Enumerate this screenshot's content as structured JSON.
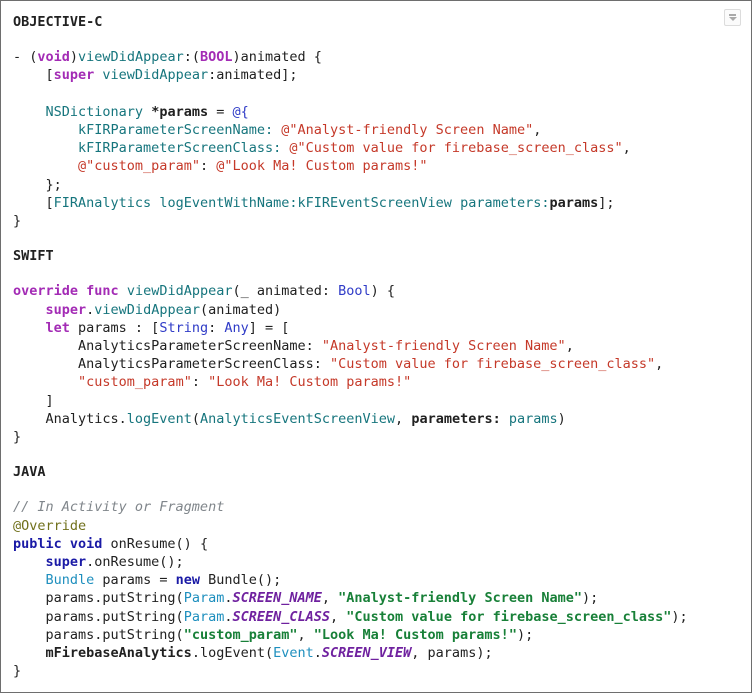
{
  "colors": {
    "background": "#FFFFFF",
    "border": "#6E6E6E",
    "text": "#212121",
    "keyword": "#A32BB5",
    "identifier_teal": "#16757D",
    "string_red": "#C53929",
    "type_blue": "#2F3BC7",
    "java_keyword": "#1A1AA6",
    "java_type": "#1E8FBE",
    "java_constant": "#6F219F",
    "java_string": "#188038",
    "comment": "#80868B",
    "annotation": "#71711C"
  },
  "panel": {
    "collapse_button_icon": "collapse-triangle-icon"
  },
  "sections": [
    {
      "label": "OBJECTIVE-C",
      "lines": [
        [
          [
            "- (",
            "plain"
          ],
          [
            "void",
            "keyword"
          ],
          [
            ")",
            "plain"
          ],
          [
            "viewDidAppear",
            "name"
          ],
          [
            ":(",
            "plain"
          ],
          [
            "BOOL",
            "keyword"
          ],
          [
            ")animated {",
            "plain"
          ]
        ],
        [
          [
            "    [",
            "plain"
          ],
          [
            "super",
            "keyword"
          ],
          [
            " ",
            "plain"
          ],
          [
            "viewDidAppear",
            "name"
          ],
          [
            ":animated];",
            "plain"
          ]
        ],
        [],
        [
          [
            "    ",
            "plain"
          ],
          [
            "NSDictionary",
            "name"
          ],
          [
            " ",
            "plain"
          ],
          [
            "*params",
            "bold"
          ],
          [
            " = ",
            "plain"
          ],
          [
            "@{",
            "type"
          ]
        ],
        [
          [
            "        ",
            "plain"
          ],
          [
            "kFIRParameterScreenName:",
            "name"
          ],
          [
            " ",
            "plain"
          ],
          [
            "@\"Analyst-friendly Screen Name\"",
            "string"
          ],
          [
            ",",
            "plain"
          ]
        ],
        [
          [
            "        ",
            "plain"
          ],
          [
            "kFIRParameterScreenClass:",
            "name"
          ],
          [
            " ",
            "plain"
          ],
          [
            "@\"Custom value for firebase_screen_class\"",
            "string"
          ],
          [
            ",",
            "plain"
          ]
        ],
        [
          [
            "        ",
            "plain"
          ],
          [
            "@\"custom_param\"",
            "string"
          ],
          [
            ": ",
            "plain"
          ],
          [
            "@\"Look Ma! Custom params!\"",
            "string"
          ]
        ],
        [
          [
            "    };",
            "plain"
          ]
        ],
        [
          [
            "    [",
            "plain"
          ],
          [
            "FIRAnalytics",
            "name"
          ],
          [
            " ",
            "plain"
          ],
          [
            "logEventWithName:",
            "name"
          ],
          [
            "kFIREventScreenView",
            "name"
          ],
          [
            " ",
            "plain"
          ],
          [
            "parameters:",
            "name"
          ],
          [
            "params",
            "bold"
          ],
          [
            "];",
            "plain"
          ]
        ],
        [
          [
            "}",
            "plain"
          ]
        ]
      ]
    },
    {
      "label": "SWIFT",
      "lines": [
        [
          [
            "override func",
            "keyword"
          ],
          [
            " ",
            "plain"
          ],
          [
            "viewDidAppear",
            "name"
          ],
          [
            "(_ animated: ",
            "plain"
          ],
          [
            "Bool",
            "type"
          ],
          [
            ") {",
            "plain"
          ]
        ],
        [
          [
            "    ",
            "plain"
          ],
          [
            "super",
            "keyword"
          ],
          [
            ".",
            "plain"
          ],
          [
            "viewDidAppear",
            "name"
          ],
          [
            "(animated)",
            "plain"
          ]
        ],
        [
          [
            "    ",
            "plain"
          ],
          [
            "let",
            "keyword"
          ],
          [
            " params : [",
            "plain"
          ],
          [
            "String",
            "type"
          ],
          [
            ": ",
            "plain"
          ],
          [
            "Any",
            "type"
          ],
          [
            "] = [",
            "plain"
          ]
        ],
        [
          [
            "        AnalyticsParameterScreenName: ",
            "plain"
          ],
          [
            "\"Analyst-friendly Screen Name\"",
            "string"
          ],
          [
            ",",
            "plain"
          ]
        ],
        [
          [
            "        AnalyticsParameterScreenClass: ",
            "plain"
          ],
          [
            "\"Custom value for firebase_screen_class\"",
            "string"
          ],
          [
            ",",
            "plain"
          ]
        ],
        [
          [
            "        ",
            "plain"
          ],
          [
            "\"custom_param\"",
            "string"
          ],
          [
            ": ",
            "plain"
          ],
          [
            "\"Look Ma! Custom params!\"",
            "string"
          ]
        ],
        [
          [
            "    ]",
            "plain"
          ]
        ],
        [
          [
            "    Analytics.",
            "plain"
          ],
          [
            "logEvent",
            "name"
          ],
          [
            "(",
            "plain"
          ],
          [
            "AnalyticsEventScreenView",
            "name"
          ],
          [
            ", ",
            "plain"
          ],
          [
            "parameters:",
            "bold"
          ],
          [
            " ",
            "plain"
          ],
          [
            "params",
            "name"
          ],
          [
            ")",
            "plain"
          ]
        ],
        [
          [
            "}",
            "plain"
          ]
        ]
      ]
    },
    {
      "label": "JAVA",
      "lines": [
        [
          [
            "// In Activity or Fragment",
            "comment"
          ]
        ],
        [
          [
            "@Override",
            "annotation"
          ]
        ],
        [
          [
            "public void",
            "jkeyword"
          ],
          [
            " onResume() {",
            "plain"
          ]
        ],
        [
          [
            "    ",
            "plain"
          ],
          [
            "super",
            "jkeyword"
          ],
          [
            ".onResume();",
            "plain"
          ]
        ],
        [
          [
            "    ",
            "plain"
          ],
          [
            "Bundle",
            "jtype"
          ],
          [
            " params = ",
            "plain"
          ],
          [
            "new",
            "jkeyword"
          ],
          [
            " Bundle();",
            "plain"
          ]
        ],
        [
          [
            "    params.putString(",
            "plain"
          ],
          [
            "Param",
            "jtype"
          ],
          [
            ".",
            "plain"
          ],
          [
            "SCREEN_NAME",
            "jconst"
          ],
          [
            ", ",
            "plain"
          ],
          [
            "\"Analyst-friendly Screen Name\"",
            "jstring"
          ],
          [
            ");",
            "plain"
          ]
        ],
        [
          [
            "    params.putString(",
            "plain"
          ],
          [
            "Param",
            "jtype"
          ],
          [
            ".",
            "plain"
          ],
          [
            "SCREEN_CLASS",
            "jconst"
          ],
          [
            ", ",
            "plain"
          ],
          [
            "\"Custom value for firebase_screen_class\"",
            "jstring"
          ],
          [
            ");",
            "plain"
          ]
        ],
        [
          [
            "    params.putString(",
            "plain"
          ],
          [
            "\"custom_param\"",
            "jstring"
          ],
          [
            ", ",
            "plain"
          ],
          [
            "\"Look Ma! Custom params!\"",
            "jstring"
          ],
          [
            ");",
            "plain"
          ]
        ],
        [
          [
            "    ",
            "plain"
          ],
          [
            "mFirebaseAnalytics",
            "bold"
          ],
          [
            ".logEvent(",
            "plain"
          ],
          [
            "Event",
            "jtype"
          ],
          [
            ".",
            "plain"
          ],
          [
            "SCREEN_VIEW",
            "jconst"
          ],
          [
            ", params);",
            "plain"
          ]
        ],
        [
          [
            "}",
            "plain"
          ]
        ]
      ]
    }
  ]
}
